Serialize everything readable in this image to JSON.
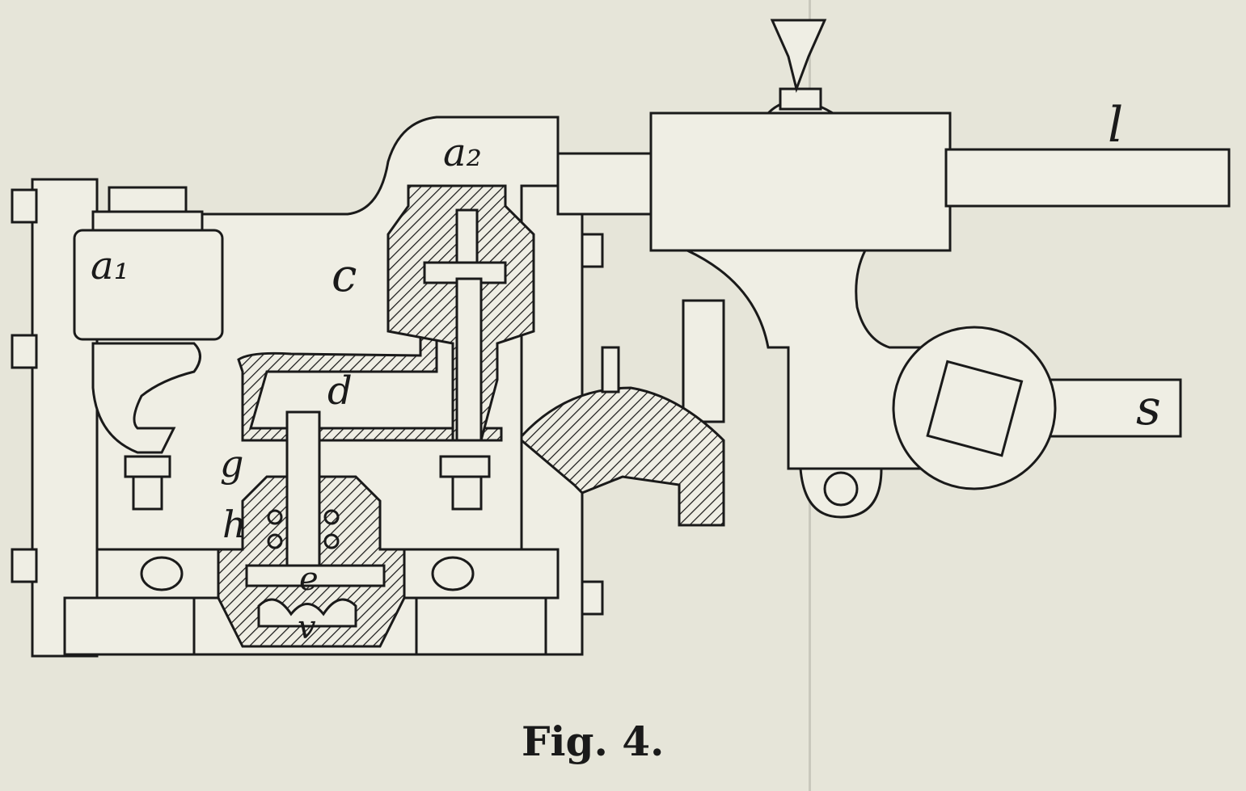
{
  "figure": {
    "caption": "Fig. 4.",
    "labels": {
      "a1": "a₁",
      "a2": "a₂",
      "c": "c",
      "d": "d",
      "g": "g",
      "h": "h",
      "e": "e",
      "v": "v",
      "l": "l",
      "s": "s"
    }
  },
  "colors": {
    "paper": "#e6e5d9",
    "ink": "#1a1a1a",
    "show_through": "#b9b8ad"
  }
}
